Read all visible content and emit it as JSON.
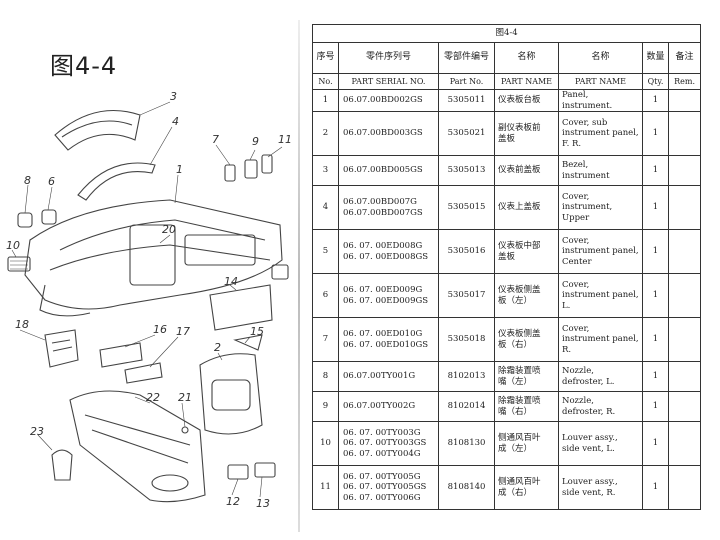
{
  "figure_label": "图4-4",
  "table": {
    "title": "图4-4",
    "headers_cn": [
      "序号",
      "零件序列号",
      "零部件编号",
      "名称",
      "名称",
      "数量",
      "备注"
    ],
    "headers_en": [
      "No.",
      "PART SERIAL NO.",
      "Part No.",
      "PART NAME",
      "PART NAME",
      "Qty.",
      "Rem."
    ],
    "rows": [
      {
        "no": "1",
        "serial": [
          "06.07.00BD002GS"
        ],
        "part": "5305011",
        "name_cn": [
          "仪表板台板"
        ],
        "name_en": [
          "Panel, instrument."
        ],
        "qty": "1",
        "rem": "",
        "h": 22
      },
      {
        "no": "2",
        "serial": [
          "06.07.00BD003GS"
        ],
        "part": "5305021",
        "name_cn": [
          "副仪表板前",
          "盖板"
        ],
        "name_en": [
          "Cover, sub",
          "instrument panel,",
          "F. R."
        ],
        "qty": "1",
        "rem": "",
        "h": 44
      },
      {
        "no": "3",
        "serial": [
          "06.07.00BD005GS"
        ],
        "part": "5305013",
        "name_cn": [
          "仪表前盖板"
        ],
        "name_en": [
          "Bezel,",
          "instrument"
        ],
        "qty": "1",
        "rem": "",
        "h": 30
      },
      {
        "no": "4",
        "serial": [
          "06.07.00BD007G",
          "06.07.00BD007GS"
        ],
        "part": "5305015",
        "name_cn": [
          "仪表上盖板"
        ],
        "name_en": [
          "Cover,",
          "instrument,",
          "Upper"
        ],
        "qty": "1",
        "rem": "",
        "h": 44
      },
      {
        "no": "5",
        "serial": [
          "06. 07. 00ED008G",
          "06. 07. 00ED008GS"
        ],
        "part": "5305016",
        "name_cn": [
          "仪表板中部",
          "盖板"
        ],
        "name_en": [
          "Cover,",
          "instrument panel,",
          "Center"
        ],
        "qty": "1",
        "rem": "",
        "h": 44
      },
      {
        "no": "6",
        "serial": [
          "06. 07. 00ED009G",
          "06. 07. 00ED009GS"
        ],
        "part": "5305017",
        "name_cn": [
          "仪表板侧盖",
          "板（左）"
        ],
        "name_en": [
          "Cover,",
          "instrument panel,",
          "L."
        ],
        "qty": "1",
        "rem": "",
        "h": 44
      },
      {
        "no": "7",
        "serial": [
          "06. 07. 00ED010G",
          "06. 07. 00ED010GS"
        ],
        "part": "5305018",
        "name_cn": [
          "仪表板侧盖",
          "板（右）"
        ],
        "name_en": [
          "Cover,",
          "instrument panel,",
          "R."
        ],
        "qty": "1",
        "rem": "",
        "h": 44
      },
      {
        "no": "8",
        "serial": [
          "06.07.00TY001G"
        ],
        "part": "8102013",
        "name_cn": [
          "除霜装置喷",
          "嘴（左）"
        ],
        "name_en": [
          "Nozzle,",
          "defroster, L."
        ],
        "qty": "1",
        "rem": "",
        "h": 30
      },
      {
        "no": "9",
        "serial": [
          "06.07.00TY002G"
        ],
        "part": "8102014",
        "name_cn": [
          "除霜装置喷",
          "嘴（右）"
        ],
        "name_en": [
          "Nozzle,",
          "defroster, R."
        ],
        "qty": "1",
        "rem": "",
        "h": 30
      },
      {
        "no": "10",
        "serial": [
          "06. 07. 00TY003G",
          "06. 07. 00TY003GS",
          "06. 07. 00TY004G"
        ],
        "part": "8108130",
        "name_cn": [
          "侧通风百叶",
          "成（左）"
        ],
        "name_en": [
          "Louver assy.,",
          "side vent, L."
        ],
        "qty": "1",
        "rem": "",
        "h": 44
      },
      {
        "no": "11",
        "serial": [
          "06. 07. 00TY005G",
          "06. 07. 00TY005GS",
          "06. 07. 00TY006G"
        ],
        "part": "8108140",
        "name_cn": [
          "侧通风百叶",
          "成（右）"
        ],
        "name_en": [
          "Louver assy.,",
          "side vent, R."
        ],
        "qty": "1",
        "rem": "",
        "h": 44
      }
    ]
  },
  "drawing": {
    "callouts": [
      "3",
      "4",
      "9",
      "11",
      "7",
      "8",
      "6",
      "1",
      "10",
      "20",
      "14",
      "18",
      "16",
      "17",
      "2",
      "15",
      "22",
      "21",
      "23",
      "12",
      "13"
    ]
  }
}
